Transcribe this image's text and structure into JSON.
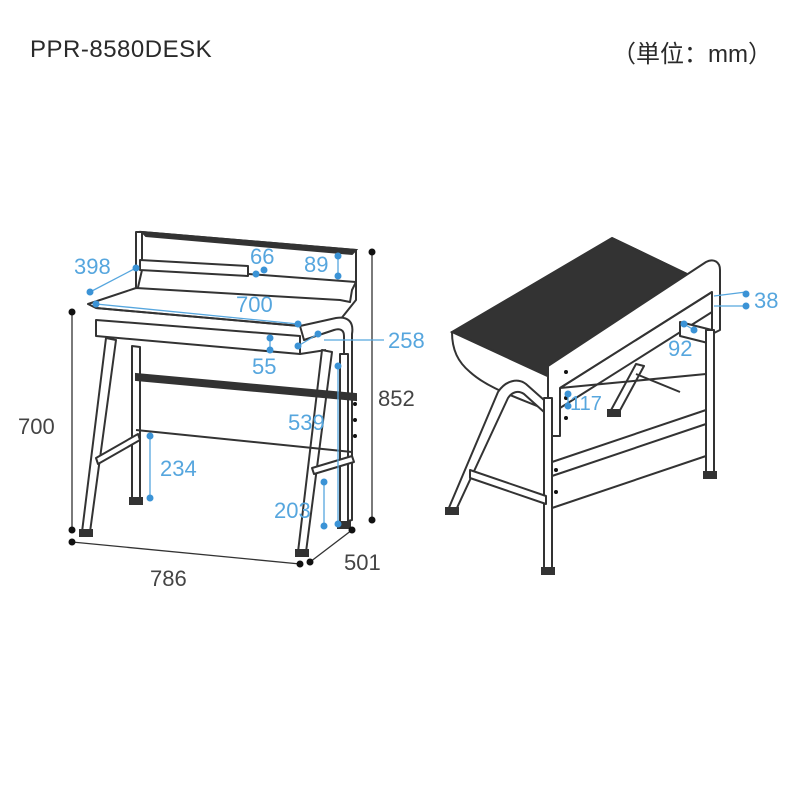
{
  "title": "PPR-8580DESK",
  "unit_note": "（単位：mm）",
  "colors": {
    "outline": "#333333",
    "dimension_black": "#444444",
    "dimension_blue": "#56a6de"
  },
  "dimensions": {
    "overall_width": "786",
    "overall_depth": "501",
    "overall_height": "852",
    "desk_height": "700",
    "shelf_width": "398",
    "shelf_height": "66",
    "shelf_depth": "89",
    "desktop_width": "700",
    "drawer_height": "55",
    "drawer_depth": "258",
    "under_desk_clearance": "539",
    "footrest_height_front": "234",
    "footrest_height_side": "203",
    "back_panel_thickness": "38",
    "drawer_inner": "92",
    "side_gap": "117"
  }
}
